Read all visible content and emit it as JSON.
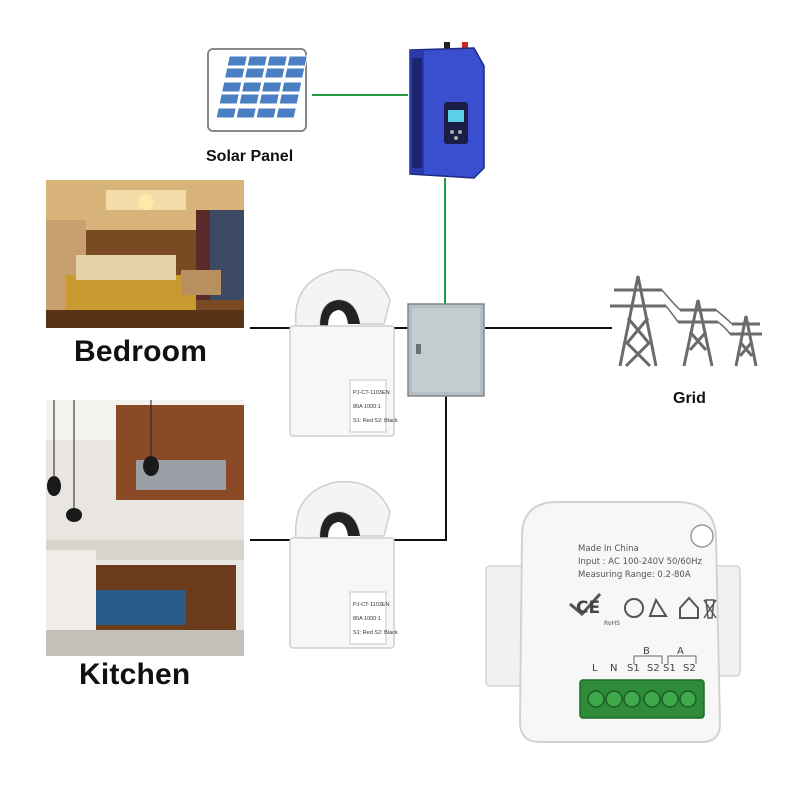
{
  "labels": {
    "solar_panel": "Solar Panel",
    "bedroom": "Bedroom",
    "kitchen": "Kitchen",
    "grid": "Grid"
  },
  "ct_clamp": {
    "line1": "PJ-CT-1103EN",
    "line2": "80A 1000:1",
    "line3": "S1: Red S2: Black"
  },
  "module": {
    "made_in": "Made In China",
    "input": "Input : AC 100-240V 50/60Hz",
    "range": "Measuring Range: 0.2-80A",
    "cert_marks": [
      "CE",
      "RoHS"
    ],
    "group_labels": [
      "B",
      "A"
    ],
    "terminals": [
      "L",
      "N",
      "S1",
      "S2",
      "S1",
      "S2"
    ]
  },
  "colors": {
    "wire_green": "#1e9b3c",
    "wire_black": "#111111",
    "inverter_blue": "#3a4fd0",
    "terminal_green": "#2f8a3a"
  }
}
